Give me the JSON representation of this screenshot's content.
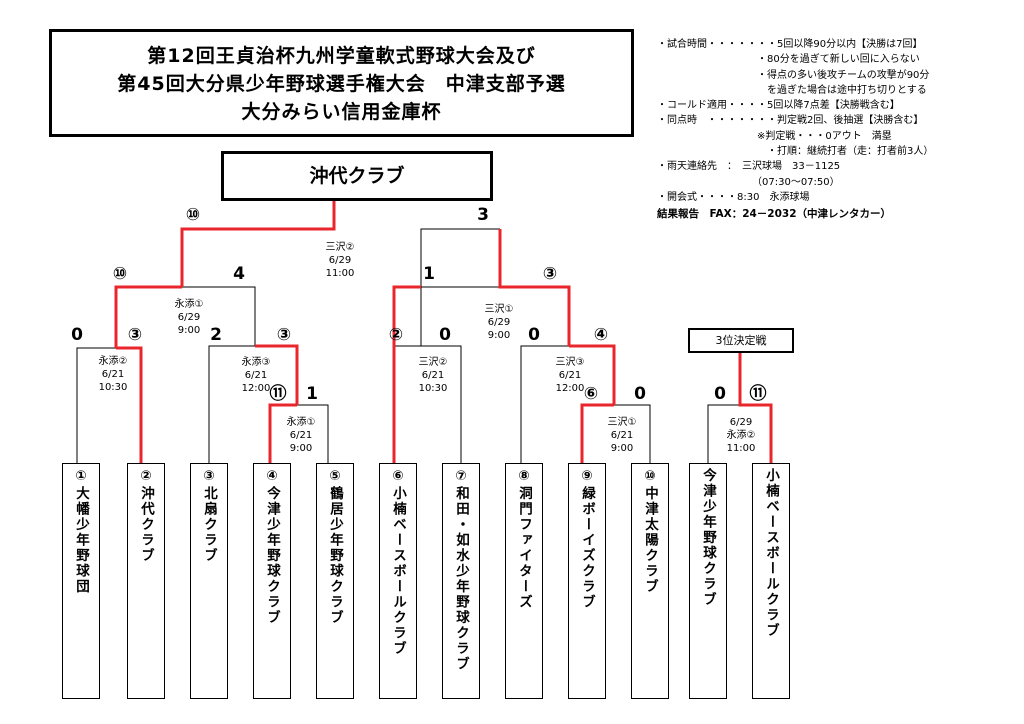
{
  "title": {
    "line1": "第12回王貞治杯九州学童軟式野球大会及び",
    "line2": "第45回大分県少年野球選手権大会　中津支部予選",
    "line3": "大分みらい信用金庫杯"
  },
  "winner": "沖代クラブ",
  "info": {
    "lines": [
      "・試合時間・・・・・・・5回以降90分以内【決勝は7回】",
      "　　　　　　　　　　・80分を過ぎて新しい回に入らない",
      "　　　　　　　　　　・得点の多い後攻チームの攻撃が90分",
      "　　　　　　　　　　　を過ぎた場合は途中打ち切りとする",
      "・コールド適用・・・・5回以降7点差【決勝戦含む】",
      "・同点時　・・・・・・・判定戦2回、後抽選【決勝含む】",
      "　　　　　　　　　　※判定戦・・・0アウト　満塁",
      "　　　　　　　　　　　・打順：継続打者（走：打者前3人）",
      "・雨天連絡先　：　三沢球場　33－1125",
      "　　　　　　　　　　（07:30～07:50）",
      "・開会式・・・・8:30　永添球場"
    ],
    "report": "結果報告　FAX：24－2032（中津レンタカー）"
  },
  "third_place_label": "3位決定戦",
  "teams": [
    "①大幡少年野球団",
    "②沖代クラブ",
    "③北扇クラブ",
    "④今津少年野球クラブ",
    "⑤鶴居少年野球クラブ",
    "⑥小楠ベースボールクラブ",
    "⑦和田・如水少年野球クラブ",
    "⑧洞門ファイターズ",
    "⑨緑ボーイズクラブ",
    "⑩中津太陽クラブ",
    "今津少年野球クラブ",
    "小楠ベースボールクラブ"
  ],
  "schedules": {
    "r1_a": "永添②\n6/21\n10:30",
    "r1_b": "永添③\n6/21\n12:00",
    "r1_c": "永添①\n6/21\n9:00",
    "r1_d": "三沢②\n6/21\n10:30",
    "r1_e": "三沢③\n6/21\n12:00",
    "r1_f": "三沢①\n6/21\n9:00",
    "sf_left": "永添①\n6/29\n9:00",
    "sf_right": "三沢①\n6/29\n9:00",
    "final": "三沢②\n6/29\n11:00",
    "third": "6/29\n永添②\n11:00"
  },
  "scores": {
    "r1a_left": "0",
    "r1a_right": "③",
    "r1b_left": "2",
    "r1b_right": "③",
    "r1c_left": "⑪",
    "r1c_right": "1",
    "r1d_left": "②",
    "r1d_right": "0",
    "r1e_left": "0",
    "r1e_right": "④",
    "r1f_left": "⑥",
    "r1f_right": "0",
    "sf_left_left": "⑩",
    "sf_left_right": "4",
    "sf_right_left": "1",
    "sf_right_right": "③",
    "final_left": "⑩",
    "final_right": "3",
    "third_left": "0",
    "third_right": "⑪"
  },
  "colors": {
    "winner_line": "#e8262b",
    "line": "#000000"
  }
}
